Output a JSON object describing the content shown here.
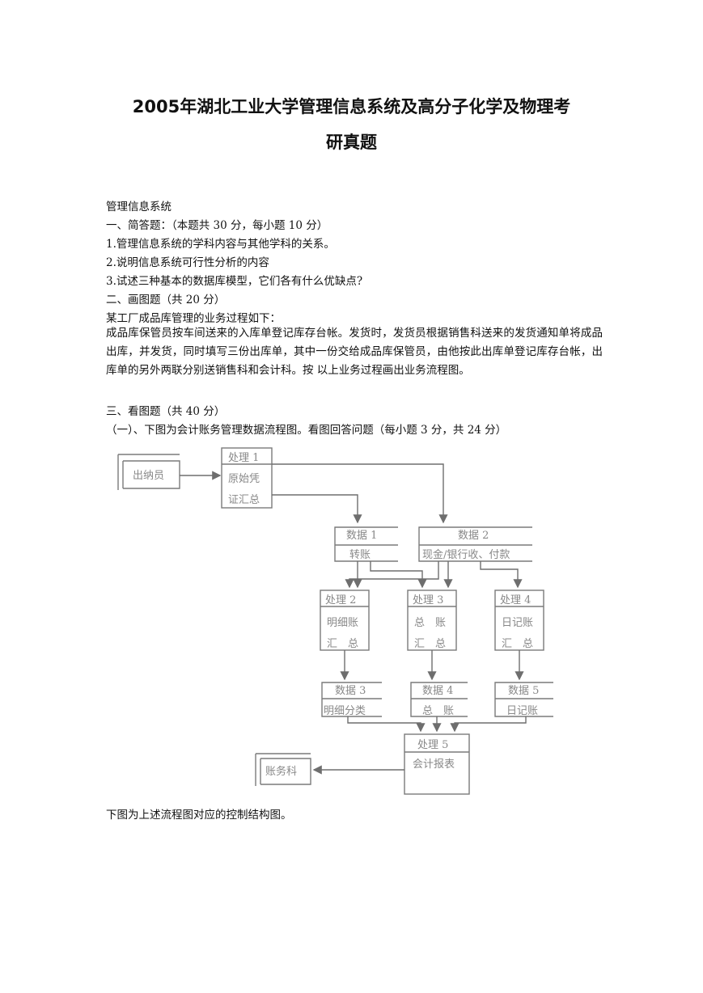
{
  "title": {
    "line1": "2005年湖北工业大学管理信息系统及高分子化学及物理考",
    "line2": "研真题"
  },
  "body": {
    "subject": "管理信息系统",
    "section1": "一、简答题：（本题共 30 分，每小题 10 分）",
    "q1": "1.管理信息系统的学科内容与其他学科的关系。",
    "q2": "2.说明信息系统可行性分析的内容",
    "q3": "3.试述三种基本的数据库模型，它们各有什么优缺点?",
    "section2": "二、画图题（共 20 分）",
    "s2_intro": "某工厂成品库管理的业务过程如下：",
    "s2_text": "成品库保管员按车间送来的入库单登记库存台帐。发货时，发货员根据销售科送来的发货通知单将成品出库，并发货，同时填写三份出库单，其中一份交给成品库保管员，由他按此出库单登记库存台帐，出库单的另外两联分别送销售科和会计科。按 以上业务过程画出业务流程图。",
    "section3": "三、看图题（共 40 分）",
    "s3_sub1": "（一）、下图为会计账务管理数据流程图。看图回答问题（每小题 3 分，共 24 分）",
    "after_diagram": "下图为上述流程图对应的控制结构图。"
  },
  "diagram": {
    "entity_cashier": "出纳员",
    "entity_accounts": "账务科",
    "p1_id": "处理 1",
    "p1_l1": "原始凭",
    "p1_l2": "证汇总",
    "d1_id": "数据 1",
    "d1_name": "转账",
    "d2_id": "数据 2",
    "d2_name": "现金/银行收、付款",
    "p2_id": "处理 2",
    "p2_l1": "明细账",
    "p2_l2": "汇　总",
    "p3_id": "处理 3",
    "p3_l1": "总　账",
    "p3_l2": "汇　总",
    "p4_id": "处理 4",
    "p4_l1": "日记账",
    "p4_l2": "汇　总",
    "d3_id": "数据 3",
    "d3_name": "明细分类",
    "d4_id": "数据 4",
    "d4_name": "总　账",
    "d5_id": "数据 5",
    "d5_name": "日记账",
    "p5_id": "处理 5",
    "p5_name": "会计报表"
  }
}
